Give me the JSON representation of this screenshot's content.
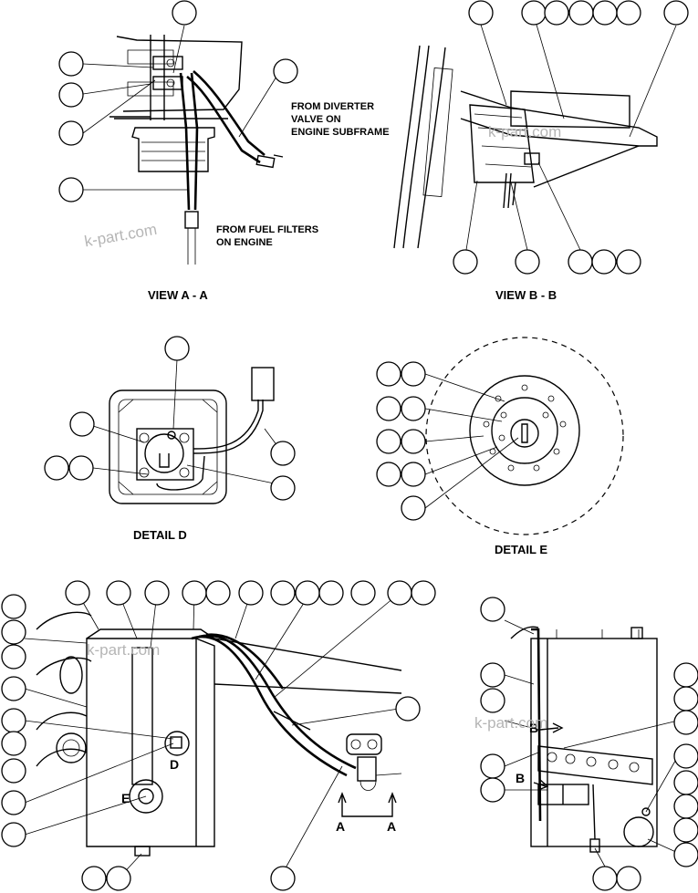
{
  "views": {
    "view_aa": {
      "title": "VIEW A - A",
      "note_diverter": [
        "FROM DIVERTER",
        "VALVE ON",
        "ENGINE SUBFRAME"
      ],
      "note_filters": [
        "FROM FUEL FILTERS",
        "ON ENGINE"
      ]
    },
    "view_bb": {
      "title": "VIEW B - B"
    },
    "detail_d": {
      "title": "DETAIL D"
    },
    "detail_e": {
      "title": "DETAIL E"
    }
  },
  "callouts": {
    "section_letter": "A",
    "view_letter": "B",
    "detail_d_letter": "D",
    "detail_e_letter": "E"
  },
  "watermark": "k-part.com"
}
